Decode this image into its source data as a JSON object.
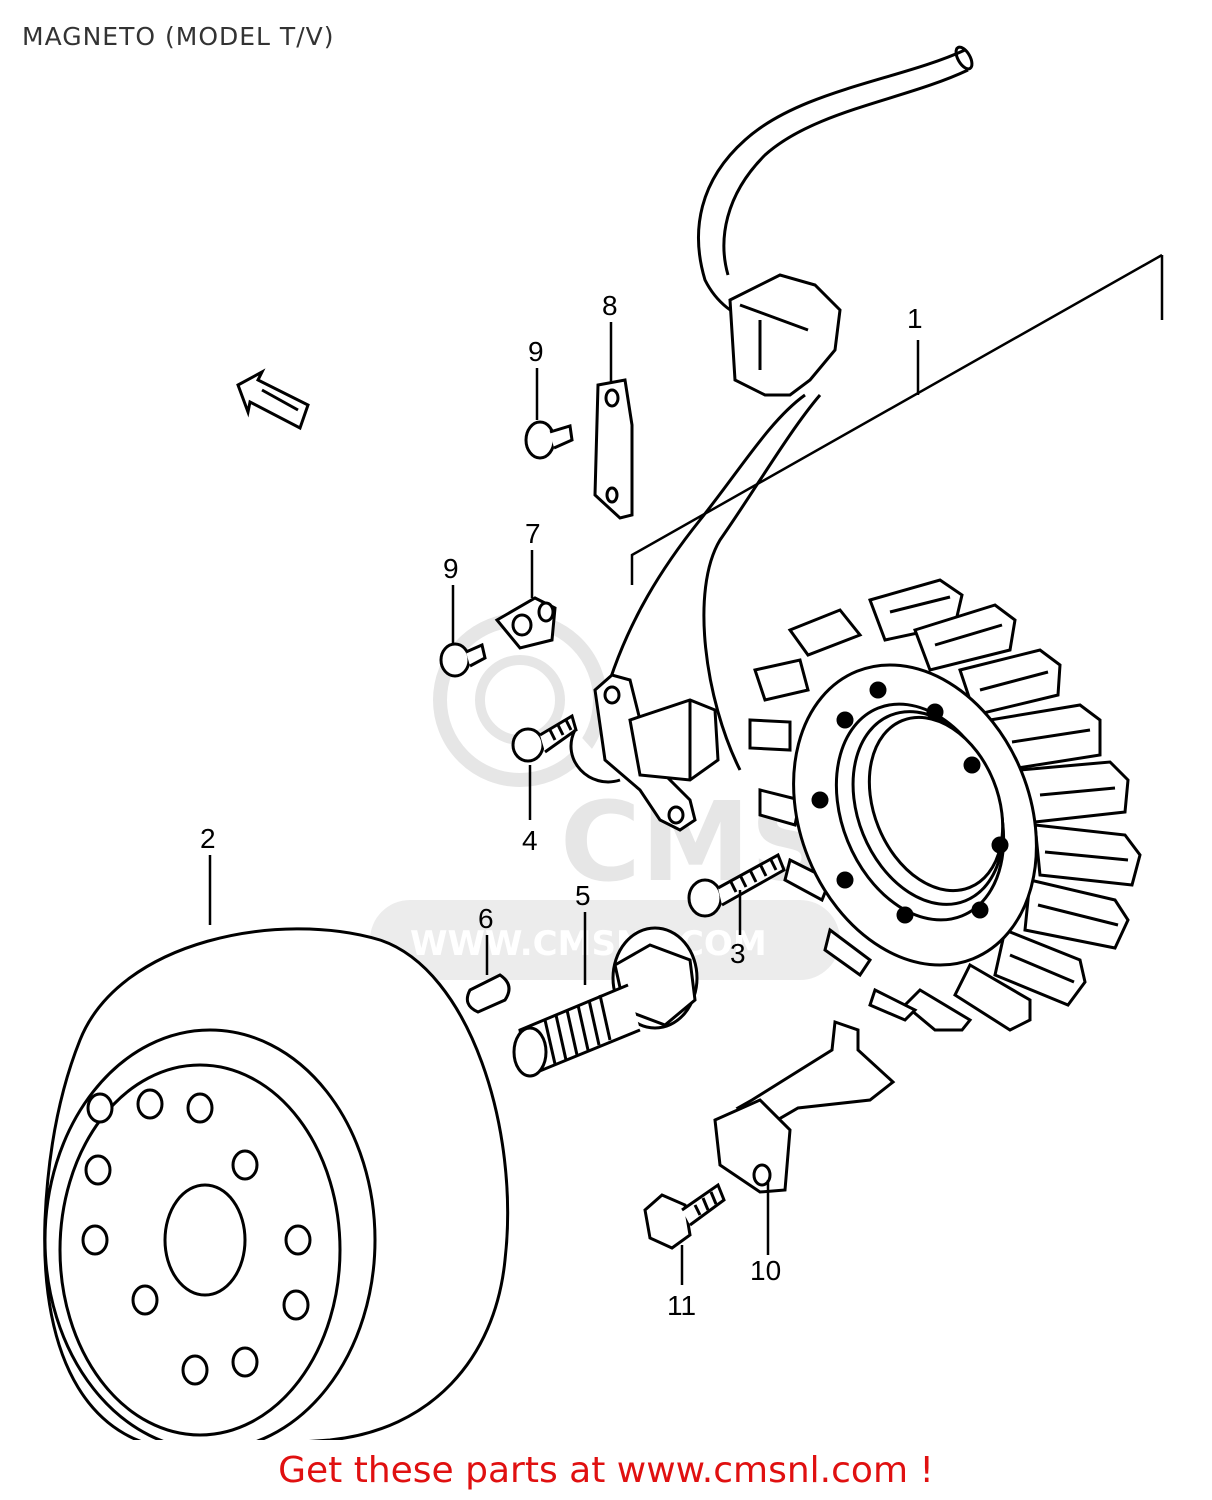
{
  "title": "MAGNETO (MODEL T/V)",
  "footer": "Get these parts at www.cmsnl.com !",
  "watermark": {
    "brand": "CMS",
    "url": "WWW.CMSNL.COM",
    "color": "#e6e6e6"
  },
  "callouts": [
    {
      "id": "1",
      "part": "stator-assembly"
    },
    {
      "id": "2",
      "part": "rotor-flywheel"
    },
    {
      "id": "3",
      "part": "stator-screw"
    },
    {
      "id": "4",
      "part": "clamp-screw"
    },
    {
      "id": "5",
      "part": "rotor-bolt"
    },
    {
      "id": "6",
      "part": "woodruff-key"
    },
    {
      "id": "7",
      "part": "lead-wire-clamp"
    },
    {
      "id": "8",
      "part": "lead-wire-plate"
    },
    {
      "id": "9a",
      "label": "9",
      "part": "plate-screw"
    },
    {
      "id": "9b",
      "label": "9",
      "part": "clamp-screw-upper"
    },
    {
      "id": "10",
      "part": "bracket"
    },
    {
      "id": "11",
      "part": "bracket-bolt"
    }
  ],
  "colors": {
    "line": "#000000",
    "footer": "#e01010",
    "title": "#333333"
  }
}
